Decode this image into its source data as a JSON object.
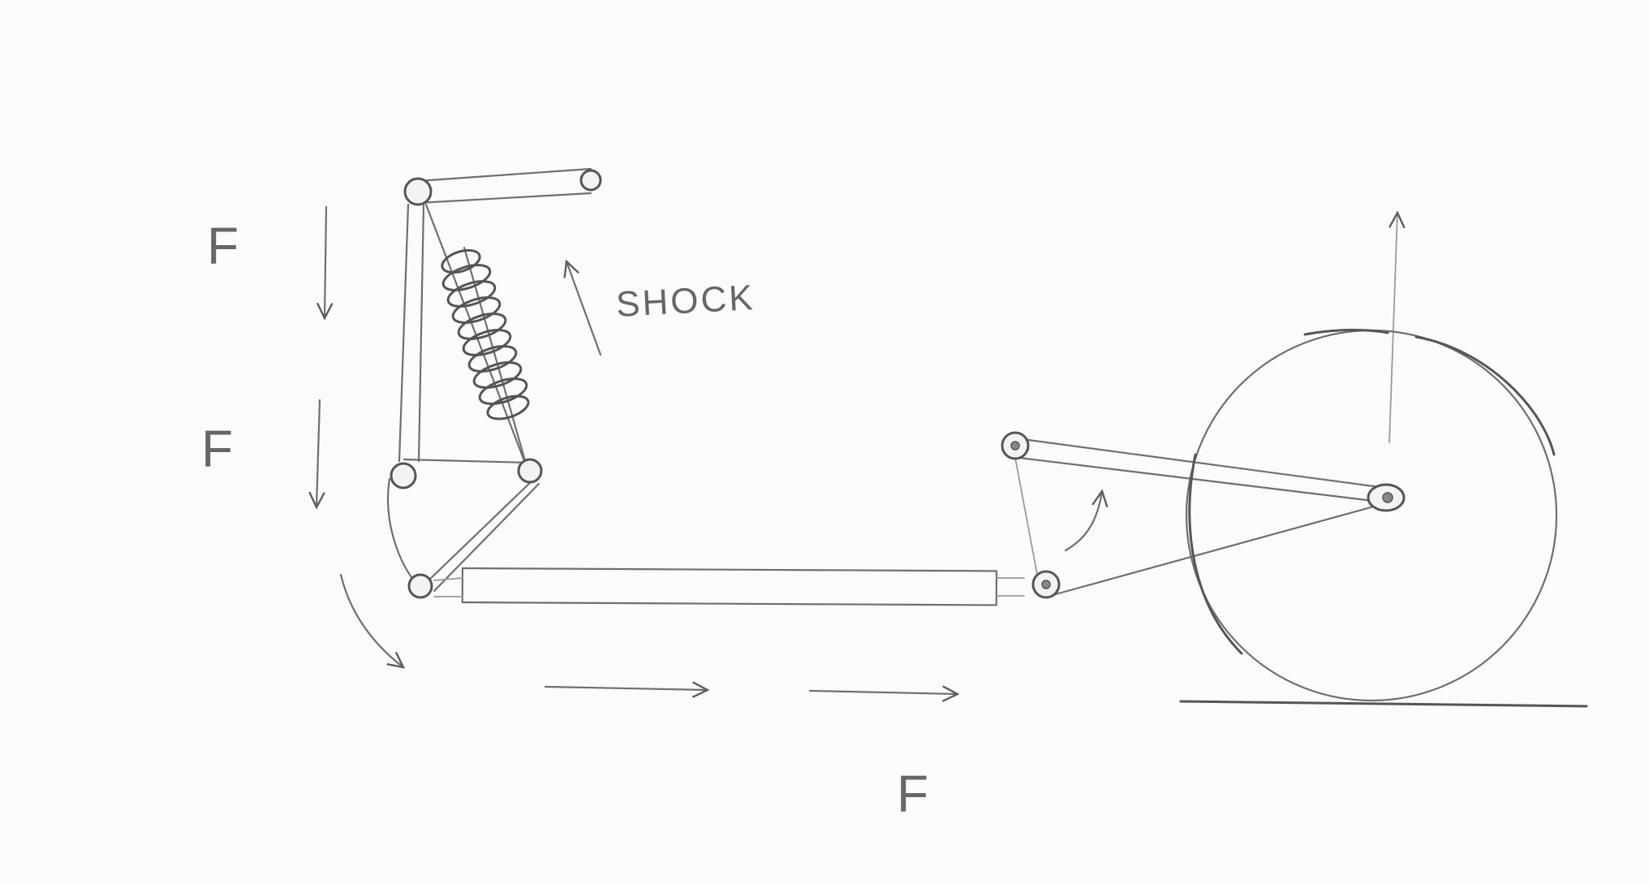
{
  "labels": {
    "force_top": "F",
    "force_mid": "F",
    "force_bottom": "F",
    "shock": "SHOCK"
  },
  "colors": {
    "paper": "#fbfbfa",
    "pencil": "#6f6f6f",
    "pencil_dark": "#555555"
  }
}
